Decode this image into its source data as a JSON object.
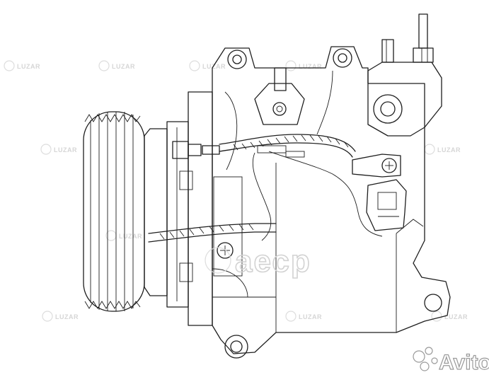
{
  "watermarks": {
    "brand_text": "LUZAR",
    "center_text": "аеср",
    "marketplace_text": "Avito"
  },
  "colors": {
    "line": "#1e1e1e",
    "watermark": "#d6d6d6",
    "background": "#ffffff"
  },
  "icons": {
    "brand_mark": "luzar-circle-logo",
    "marketplace_mark": "avito-dots-logo"
  }
}
